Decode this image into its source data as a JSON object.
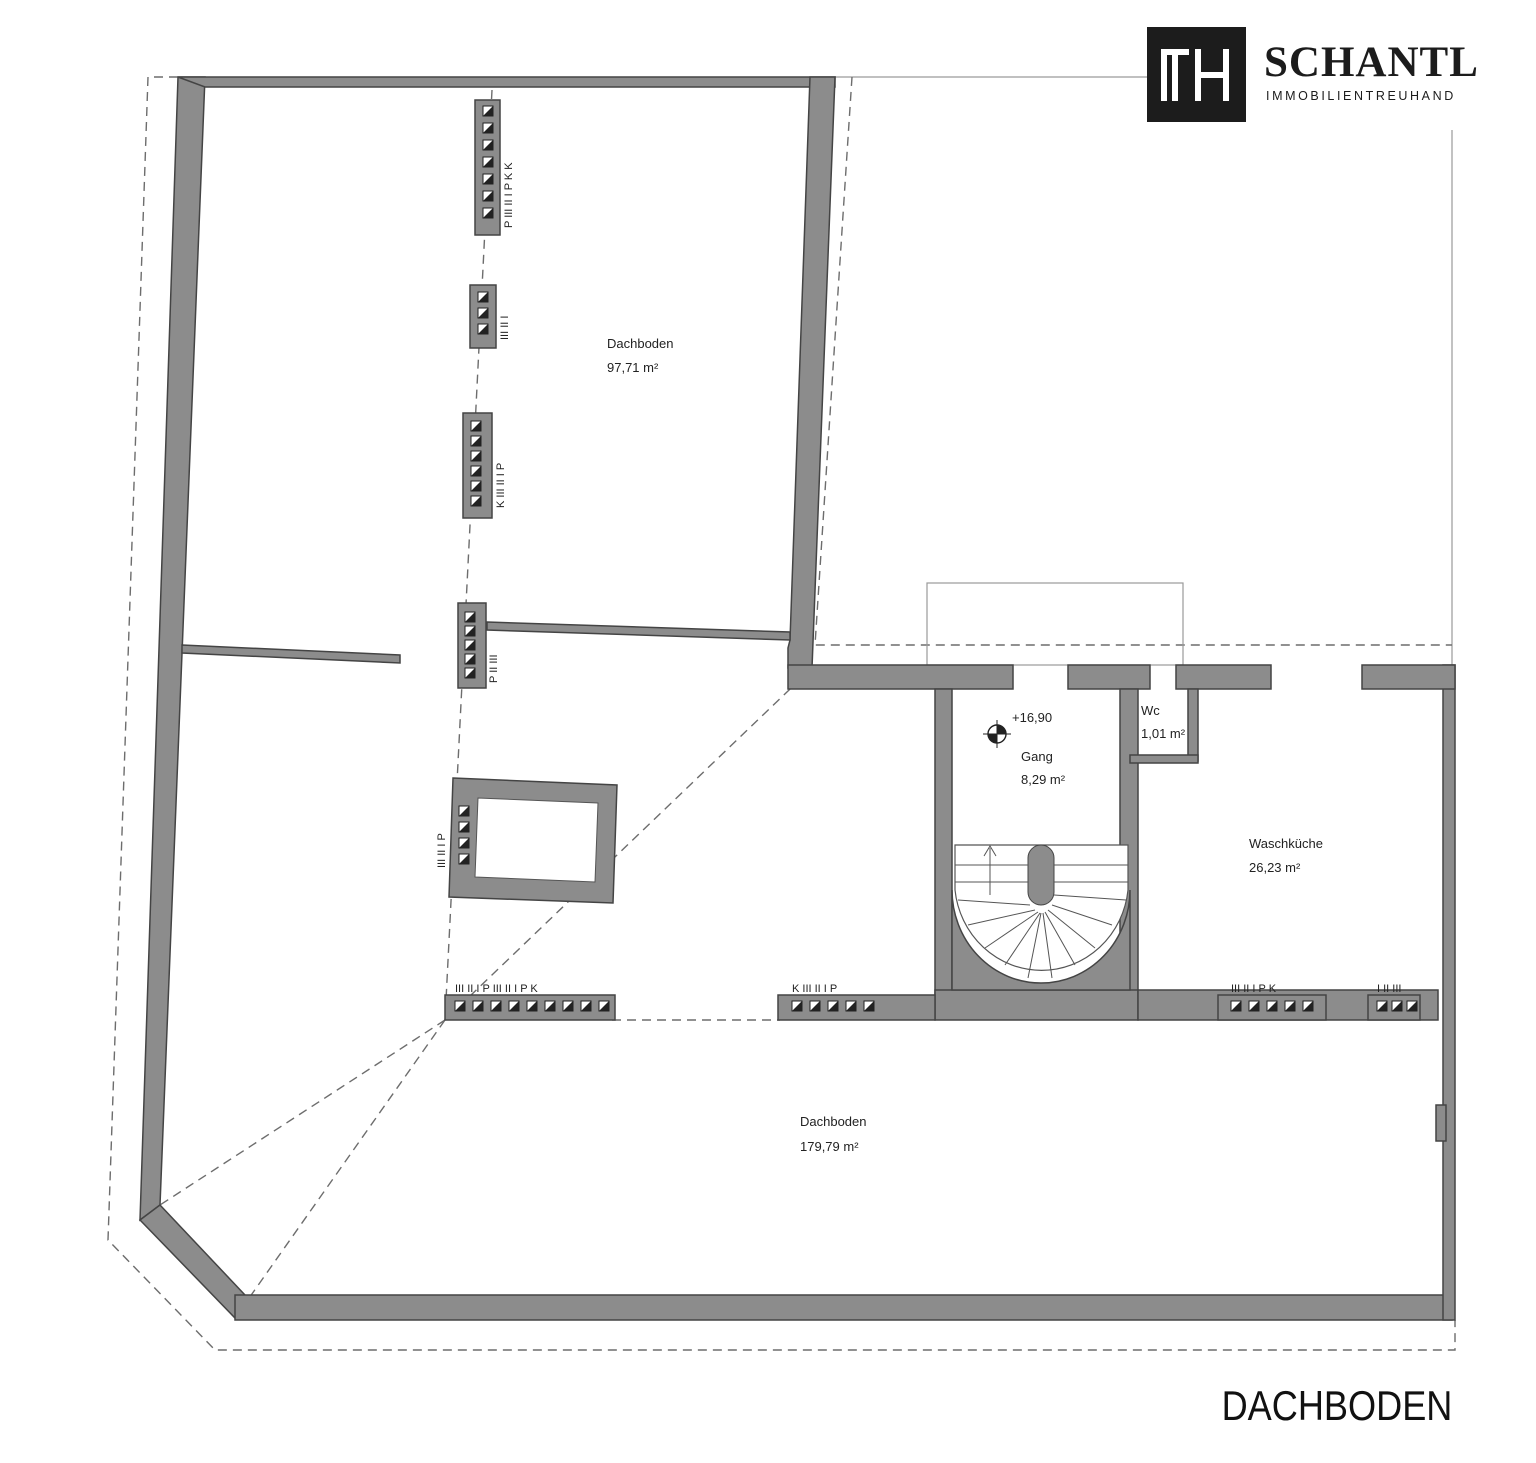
{
  "brand": {
    "logo_mark": "TH",
    "name": "SCHANTL",
    "subtitle": "IMMOBILIENTREUHAND",
    "logo_color": "#1c1c1c"
  },
  "plan_title": "DACHBODEN",
  "colors": {
    "wall": "#8c8c8c",
    "wall_edge": "#444444",
    "dashed": "#6d6d6d"
  },
  "rooms": [
    {
      "name": "Dachboden",
      "area": "97,71 m²"
    },
    {
      "name": "Dachboden",
      "area": "179,79 m²"
    },
    {
      "name": "Gang",
      "area": "8,29 m²",
      "level": "+16,90"
    },
    {
      "name": "Wc",
      "area": "1,01 m²"
    },
    {
      "name": "Waschküche",
      "area": "26,23 m²"
    }
  ],
  "chimney_labels": {
    "top": "P III II I P K K",
    "mid": "III II I",
    "mid2": "K III II I P",
    "junction": "P II III",
    "shaft": "III II I P",
    "bottom_left": "III II I P III II I P K",
    "bottom_mid": "K III II I P",
    "bottom_right": "III II I P K",
    "bottom_far": "I II III"
  }
}
